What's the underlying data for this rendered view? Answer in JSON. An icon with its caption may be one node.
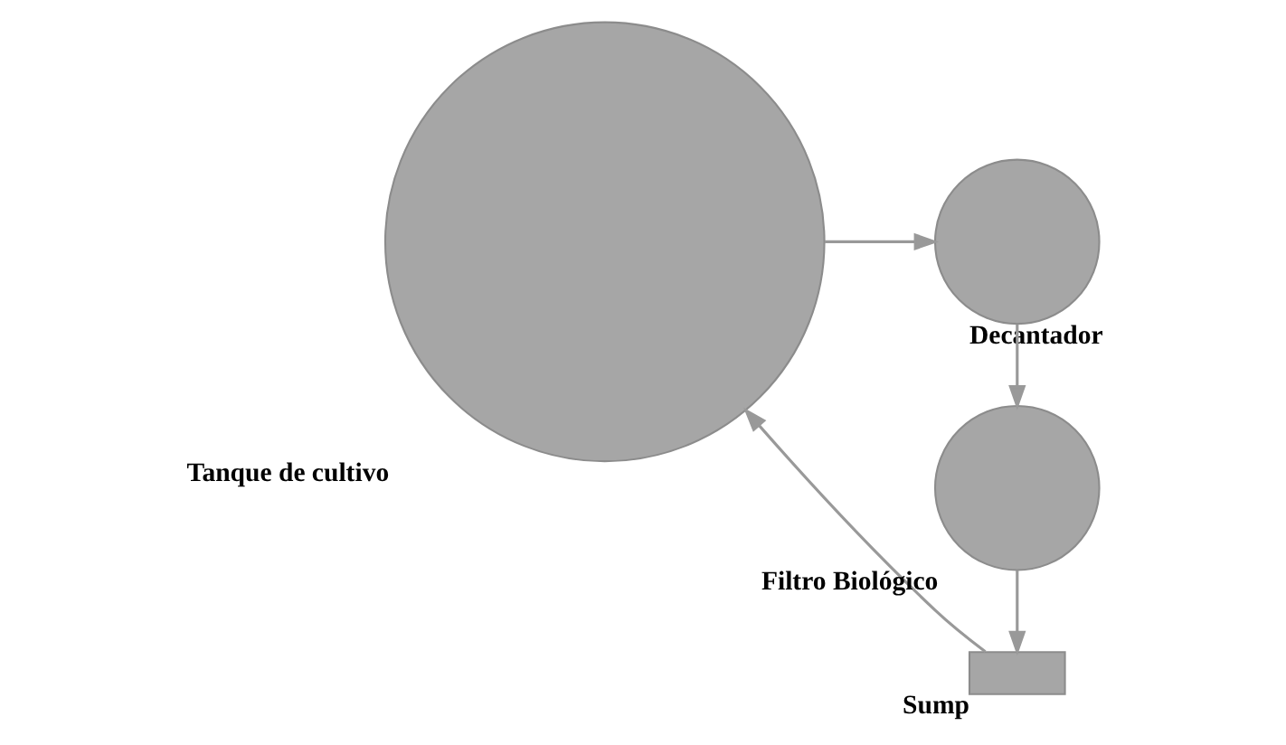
{
  "diagram": {
    "nodes": [
      {
        "text": [
          "Tanque de cultivo"
        ]
      },
      {
        "text": [
          "Sump"
        ]
      },
      {
        "text": [
          "Filtro Biológico"
        ]
      },
      {
        "text": [
          "Decantador"
        ]
      }
    ],
    "edges": [
      {
        "from": 0,
        "to": 3,
        "arrow": "to"
      },
      {
        "from": 3,
        "to": 2,
        "arrow": "to"
      },
      {
        "from": 2,
        "to": 1,
        "arrow": "to"
      },
      {
        "from": 1,
        "to": 0,
        "arrow": "to"
      }
    ]
  }
}
